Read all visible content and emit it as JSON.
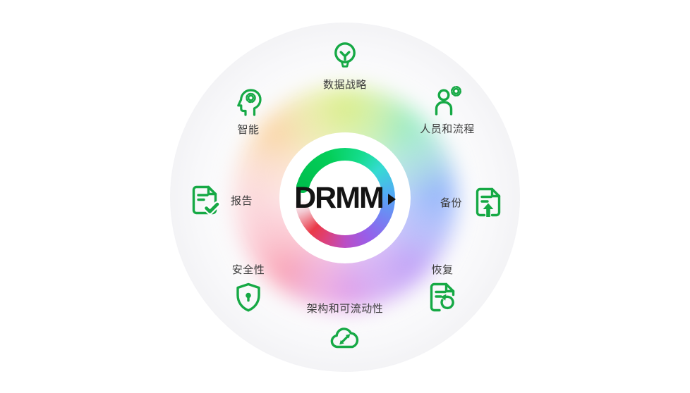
{
  "diagram": {
    "name": "DRMM circular maturity diagram",
    "center": {
      "logo_text": "DRMM",
      "arrow_icon": "play-arrow-icon",
      "ring_gradient_clockwise_from_top_left": [
        "#00BF4D",
        "#14DC8C",
        "#35DBD2",
        "#52AAF5",
        "#7680F2",
        "#985EE9",
        "#BB4EC4",
        "#DE4076",
        "#EA3A48",
        "fade-to-white"
      ]
    },
    "nodes": [
      {
        "id": "data-strategy",
        "label": "数据战略",
        "icon": "lightbulb-icon",
        "position": "top"
      },
      {
        "id": "people-and-process",
        "label": "人员和流程",
        "icon": "person-gear-icon",
        "position": "top-right"
      },
      {
        "id": "backup",
        "label": "备份",
        "icon": "document-upload-icon",
        "position": "right"
      },
      {
        "id": "recovery",
        "label": "恢复",
        "icon": "document-restore-icon",
        "position": "bottom-right"
      },
      {
        "id": "architecture-and-mobility",
        "label": "架构和可流动性",
        "icon": "cloud-arrows-icon",
        "position": "bottom"
      },
      {
        "id": "security",
        "label": "安全性",
        "icon": "shield-lock-icon",
        "position": "bottom-left"
      },
      {
        "id": "report",
        "label": "报告",
        "icon": "document-check-icon",
        "position": "left"
      },
      {
        "id": "intelligence",
        "label": "智能",
        "icon": "head-gear-icon",
        "position": "top-left"
      }
    ],
    "colors": {
      "icon_green": "#16A945",
      "label_text": "#3C3C3C",
      "logo_text": "#131313",
      "outer_circle_edge": "#E6E7EA"
    }
  }
}
